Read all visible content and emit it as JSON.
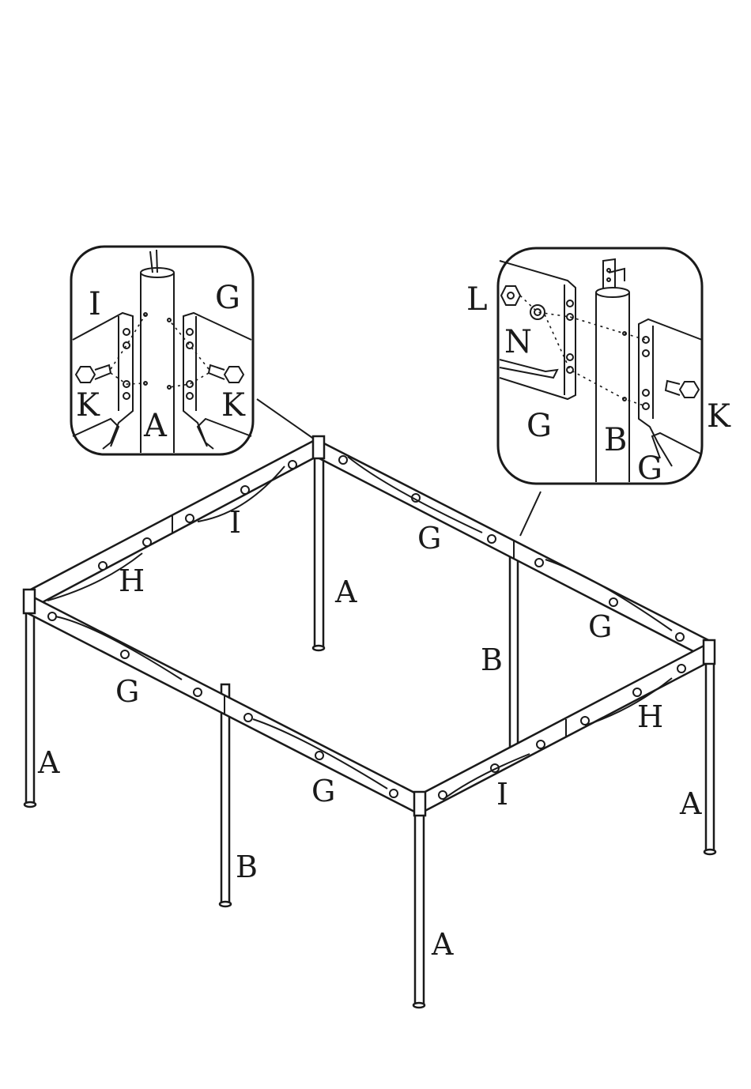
{
  "labels": {
    "main": {
      "a_back": "A",
      "a_left": "A",
      "a_front": "A",
      "a_right": "A",
      "b_mid": "B",
      "b_front": "B",
      "g_back": "G",
      "g_right": "G",
      "g_left": "G",
      "g_front": "G",
      "h_left": "H",
      "h_right": "H",
      "i_back": "I",
      "i_front": "I"
    },
    "inset_left": {
      "i": "I",
      "g": "G",
      "k_left": "K",
      "k_right": "K",
      "a": "A"
    },
    "inset_right": {
      "l": "L",
      "n": "N",
      "g_left": "G",
      "b": "B",
      "g_right": "G",
      "k": "K"
    }
  }
}
